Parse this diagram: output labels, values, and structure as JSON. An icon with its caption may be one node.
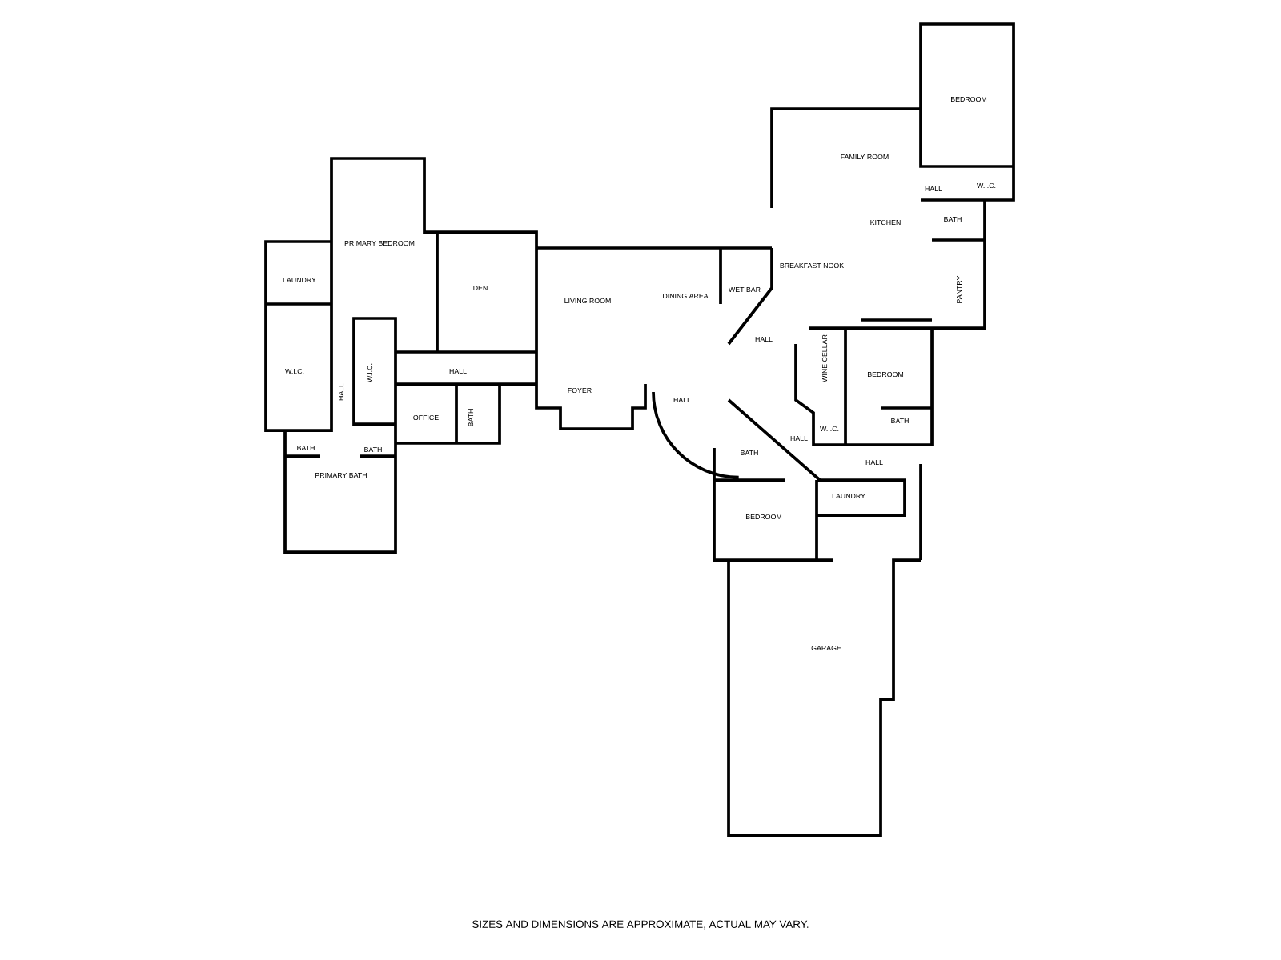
{
  "diagram": {
    "caption": "SIZES AND DIMENSIONS ARE APPROXIMATE, ACTUAL MAY VARY.",
    "labels": [
      "BEDROOM",
      "FAMILY ROOM",
      "W.I.C.",
      "HALL",
      "BATH",
      "KITCHEN",
      "PRIMARY BEDROOM",
      "BREAKFAST NOOK",
      "LAUNDRY",
      "DEN",
      "WET BAR",
      "PANTRY",
      "DINING AREA",
      "LIVING ROOM",
      "HALL",
      "WINE CELLAR",
      "HALL",
      "W.I.C.",
      "W.I.C.",
      "BEDROOM",
      "FOYER",
      "HALL",
      "HALL",
      "OFFICE",
      "BATH",
      "BATH",
      "W.I.C.",
      "HALL",
      "BATH",
      "BATH",
      "BATH",
      "HALL",
      "PRIMARY BATH",
      "LAUNDRY",
      "BEDROOM",
      "GARAGE"
    ]
  }
}
